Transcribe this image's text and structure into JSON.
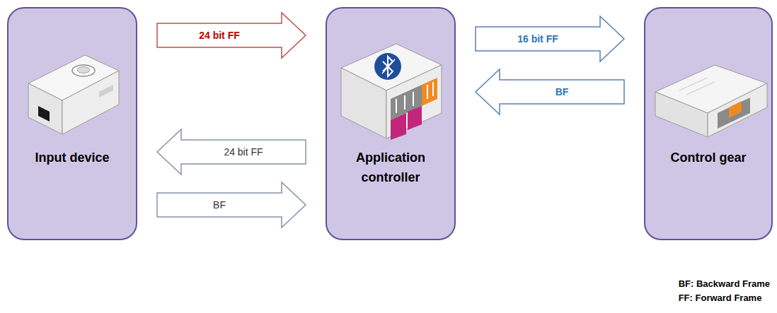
{
  "diagram": {
    "nodes": [
      {
        "text": [
          "Input device"
        ]
      },
      {
        "text": [
          "Application controller"
        ]
      },
      {
        "text": [
          "Control gear"
        ]
      }
    ],
    "edges": [
      {
        "from": 0,
        "to": 1,
        "label": "24 bit FF",
        "arrow": "to"
      },
      {
        "from": 1,
        "to": 2,
        "label": "16 bit FF",
        "arrow": "to"
      },
      {
        "from": 2,
        "to": 1,
        "label": "BF",
        "arrow": "to"
      },
      {
        "from": 1,
        "to": 0,
        "label": "24 bit FF",
        "arrow": "to"
      },
      {
        "from": 0,
        "to": 1,
        "label": "BF",
        "arrow": "to"
      }
    ],
    "labels": [
      "BF: Backward Frame",
      "FF: Forward Frame"
    ]
  }
}
